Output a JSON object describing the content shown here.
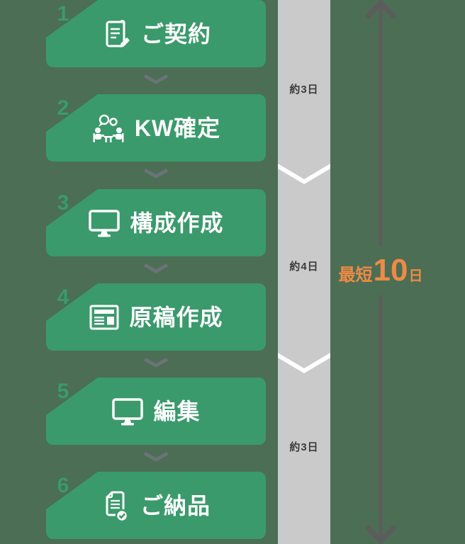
{
  "steps": [
    {
      "number": "1",
      "label": "ご契約",
      "icon": "contract-document-icon"
    },
    {
      "number": "2",
      "label": "KW確定",
      "icon": "meeting-icon"
    },
    {
      "number": "3",
      "label": "構成作成",
      "icon": "monitor-icon"
    },
    {
      "number": "4",
      "label": "原稿作成",
      "icon": "article-icon"
    },
    {
      "number": "5",
      "label": "編集",
      "icon": "monitor-icon"
    },
    {
      "number": "6",
      "label": "ご納品",
      "icon": "document-check-icon"
    }
  ],
  "timeline": {
    "segments": [
      {
        "label": "約3日"
      },
      {
        "label": "約4日"
      },
      {
        "label": "約3日"
      }
    ],
    "total": {
      "prefix": "最短",
      "value": "10",
      "suffix": "日"
    }
  },
  "colors": {
    "background": "#4B6E55",
    "card_green": "#3A9A6C",
    "bar_gray": "#CACACA",
    "separator_white": "#FFFFFF",
    "arrow_gray": "#5C5C5C",
    "accent_orange": "#EF8A44",
    "segment_text": "#3C3C3C",
    "card_text": "#FFFFFF"
  }
}
